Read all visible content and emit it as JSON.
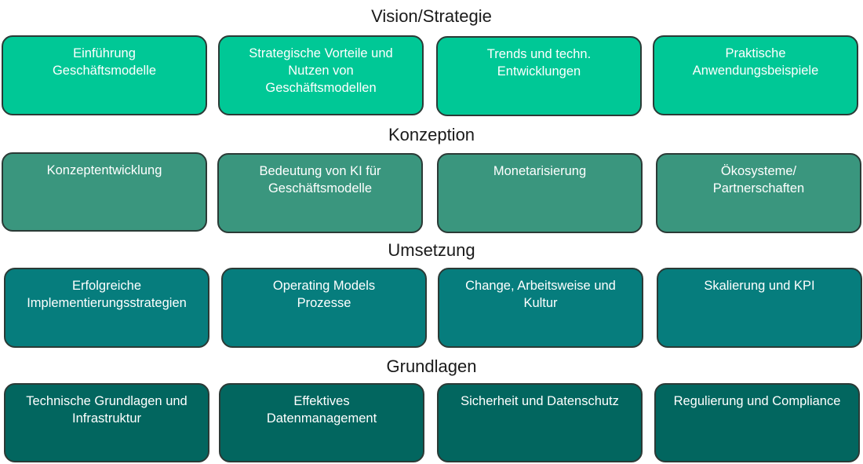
{
  "sections": [
    {
      "title": "Vision/Strategie",
      "boxes": [
        "Einführung\nGeschäftsmodelle",
        "Strategische Vorteile und\nNutzen von\nGeschäftsmodellen",
        "Trends und techn.\nEntwicklungen",
        "Praktische\nAnwendungsbeispiele"
      ],
      "color": "#00c896"
    },
    {
      "title": "Konzeption",
      "boxes": [
        "Konzeptentwicklung",
        "Bedeutung von KI für\nGeschäftsmodelle",
        "Monetarisierung",
        "Ökosysteme/\nPartnerschaften"
      ],
      "color": "#3a967e"
    },
    {
      "title": "Umsetzung",
      "boxes": [
        "Erfolgreiche\nImplementierungsstrategien",
        "Operating Models\nProzesse",
        "Change, Arbeitsweise und\nKultur",
        "Skalierung und KPI"
      ],
      "color": "#067d7d"
    },
    {
      "title": "Grundlagen",
      "boxes": [
        "Technische Grundlagen und\nInfrastruktur",
        "Effektives\nDatenmanagement",
        "Sicherheit und Datenschutz",
        "Regulierung und Compliance"
      ],
      "color": "#02665f"
    }
  ]
}
